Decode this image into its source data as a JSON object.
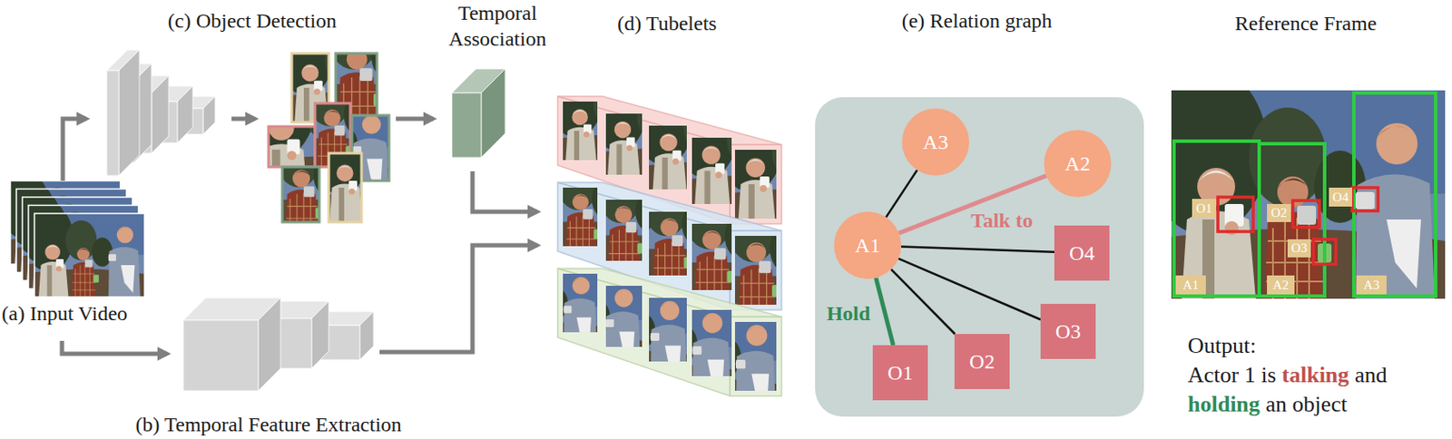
{
  "diagram": {
    "nodes": [
      {
        "text": [
          "A3"
        ]
      },
      {
        "text": [
          "A2"
        ]
      },
      {
        "text": [
          "A1"
        ]
      },
      {
        "text": [
          "O4"
        ]
      },
      {
        "text": [
          "O3"
        ]
      },
      {
        "text": [
          "O2"
        ]
      },
      {
        "text": [
          "O1"
        ]
      },
      {
        "text": [
          "O4"
        ]
      },
      {
        "text": [
          "O1"
        ]
      },
      {
        "text": [
          "O2"
        ]
      },
      {
        "text": [
          "O3"
        ]
      },
      {
        "text": [
          "A1"
        ]
      },
      {
        "text": [
          "A2"
        ]
      },
      {
        "text": [
          "A3"
        ]
      }
    ],
    "edges": [
      {
        "from": 2,
        "to": 0,
        "arrow": "none"
      },
      {
        "from": 2,
        "to": 1,
        "label": "Talk to",
        "arrow": "none"
      },
      {
        "from": 2,
        "to": 3,
        "arrow": "none"
      },
      {
        "from": 2,
        "to": 4,
        "arrow": "none"
      },
      {
        "from": 2,
        "to": 5,
        "arrow": "none"
      },
      {
        "from": 2,
        "to": 6,
        "label": "Hold",
        "arrow": "none"
      }
    ],
    "labels": [
      "(c) Object Detection",
      "Temporal Association",
      "(d) Tubelets",
      "(e) Relation graph",
      "Reference Frame",
      "(a) Input Video",
      "(b) Temporal Feature Extraction",
      "Output:",
      "Actor 1 is",
      "talking",
      "and",
      "holding",
      "an object"
    ]
  }
}
